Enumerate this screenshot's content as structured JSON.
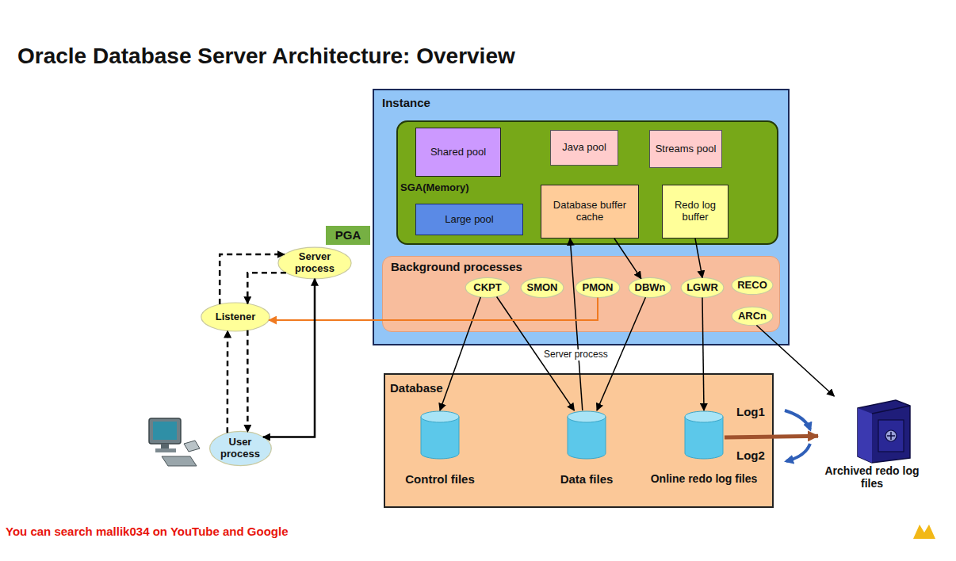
{
  "diagram": {
    "title": "Oracle Database Server Architecture: Overview",
    "nodes": [
      {
        "text": [
          "Instance"
        ]
      },
      {
        "text": [
          "SGA(Memory)"
        ],
        "in": 0
      },
      {
        "text": [
          "Shared pool"
        ],
        "in": 1
      },
      {
        "text": [
          "Java pool"
        ],
        "in": 1
      },
      {
        "text": [
          "Streams pool"
        ],
        "in": 1
      },
      {
        "text": [
          "Large pool"
        ],
        "in": 1
      },
      {
        "text": [
          "Database buffer cache"
        ],
        "in": 1
      },
      {
        "text": [
          "Redo log buffer"
        ],
        "in": 1
      },
      {
        "text": [
          "Background processes"
        ],
        "in": 0
      },
      {
        "text": [
          "CKPT"
        ],
        "in": 8
      },
      {
        "text": [
          "SMON"
        ],
        "in": 8
      },
      {
        "text": [
          "PMON"
        ],
        "in": 8
      },
      {
        "text": [
          "DBWn"
        ],
        "in": 8
      },
      {
        "text": [
          "LGWR"
        ],
        "in": 8
      },
      {
        "text": [
          "RECO"
        ],
        "in": 8
      },
      {
        "text": [
          "ARCn"
        ],
        "in": 8
      },
      {
        "text": [
          "Server process"
        ]
      },
      {
        "text": [
          "PGA"
        ]
      },
      {
        "text": [
          "Listener"
        ]
      },
      {
        "text": [
          "User process"
        ]
      },
      {
        "text": [
          "Database"
        ]
      },
      {
        "text": [
          "Control files"
        ],
        "in": 20
      },
      {
        "text": [
          "Data files"
        ],
        "in": 20
      },
      {
        "text": [
          "Online redo log files"
        ],
        "in": 20
      },
      {
        "text": [
          "Archived redo log files"
        ]
      }
    ],
    "edges": [
      {
        "from": 6,
        "to": 12,
        "arrow": "to"
      },
      {
        "from": 7,
        "to": 13,
        "arrow": "to"
      },
      {
        "from": 9,
        "to": 21,
        "arrow": "to"
      },
      {
        "from": 9,
        "to": 22,
        "arrow": "to"
      },
      {
        "from": 12,
        "to": 22,
        "arrow": "to"
      },
      {
        "from": 22,
        "to": 6,
        "arrow": "to"
      },
      {
        "from": 13,
        "to": 23,
        "arrow": "to"
      },
      {
        "from": 15,
        "to": 24,
        "arrow": "to"
      },
      {
        "from": 23,
        "to": 24,
        "arrow": "to"
      },
      {
        "from": 11,
        "to": 18,
        "arrow": "to"
      },
      {
        "from": 19,
        "to": 18,
        "arrow": "to"
      },
      {
        "from": 18,
        "to": 19,
        "arrow": "to"
      },
      {
        "from": 18,
        "to": 16,
        "arrow": "to"
      },
      {
        "from": 16,
        "to": 18,
        "arrow": "to"
      },
      {
        "from": 19,
        "to": 16,
        "arrow": "both"
      }
    ],
    "labels": [
      "Server process",
      "Log1",
      "Log2",
      "You can search mallik034 on YouTube and Google"
    ]
  }
}
